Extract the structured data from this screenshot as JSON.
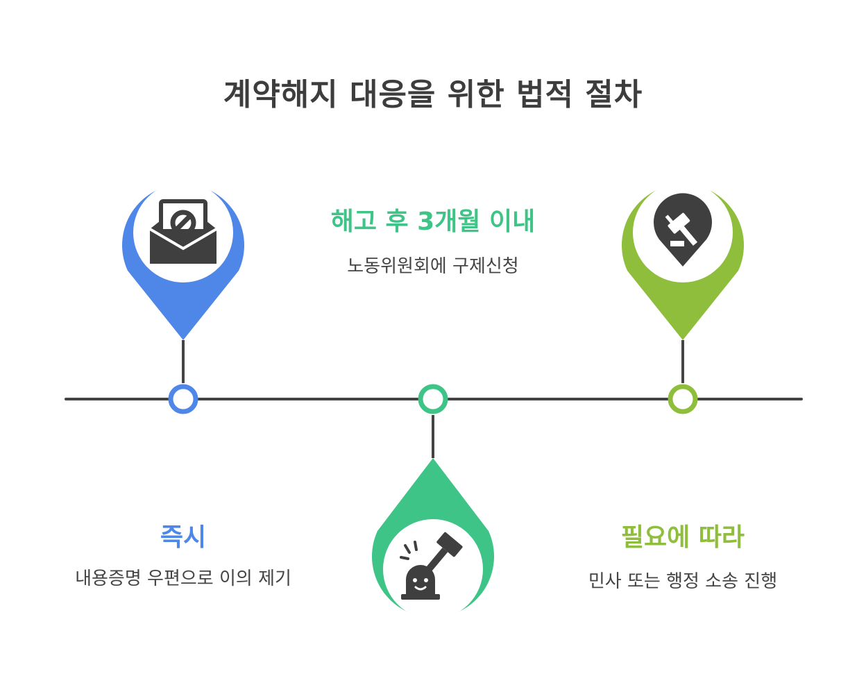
{
  "title": "계약해지 대응을 위한 법적 절차",
  "colors": {
    "blue": "#4f87e8",
    "teal": "#3ec486",
    "green": "#8fbe3c",
    "line": "#444444",
    "icon": "#3f3f3f",
    "text": "#444444"
  },
  "steps": [
    {
      "heading": "즉시",
      "description": "내용증명 우편으로 이의 제기",
      "color": "#4f87e8",
      "icon": "envelope-prohibited-icon"
    },
    {
      "heading": "해고 후 3개월 이내",
      "description": "노동위원회에 구제신청",
      "color": "#3ec486",
      "icon": "gavel-alarm-icon"
    },
    {
      "heading": "필요에 따라",
      "description": "민사 또는 행정 소송 진행",
      "color": "#8fbe3c",
      "icon": "gavel-pin-icon"
    }
  ]
}
